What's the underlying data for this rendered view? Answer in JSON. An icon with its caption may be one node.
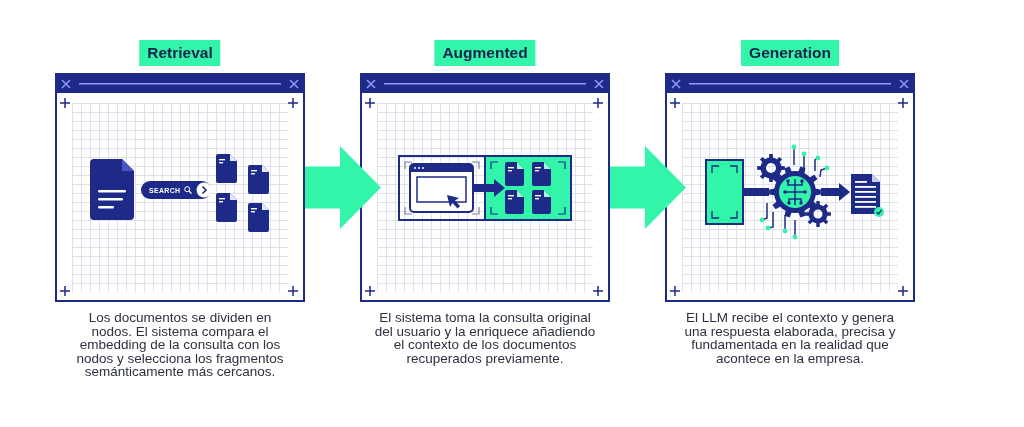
{
  "diagram": {
    "nodes": [
      {
        "text": [
          "Retrieval"
        ],
        "beside": [
          "Los documentos se dividen en nodos. El sistema compara el embedding de la consulta con los nodos y selecciona los fragmentos semánticamente más cercanos."
        ]
      },
      {
        "text": [
          "SEARCH"
        ],
        "in": 0
      },
      {
        "text": [
          "Augmented"
        ],
        "beside": [
          "El sistema toma la consulta original del usuario y la enriquece añadiendo el contexto de los documentos recuperados previamente."
        ]
      },
      {
        "text": [],
        "shape": "picture",
        "in": 2
      },
      {
        "text": [],
        "shape": "picture",
        "in": 2
      },
      {
        "text": [
          "Generation"
        ],
        "beside": [
          "El LLM recibe el contexto y genera una respuesta elaborada, precisa y fundamentada en la realidad que acontece en la empresa."
        ]
      },
      {
        "text": [],
        "shape": "box",
        "in": 5
      },
      {
        "text": [],
        "shape": "picture",
        "in": 5
      },
      {
        "text": [],
        "shape": "picture",
        "in": 5
      }
    ],
    "edges": [
      {
        "from": 0,
        "to": 2,
        "arrow": "to",
        "style": "thick",
        "color": "#33f5aa"
      },
      {
        "from": 2,
        "to": 5,
        "arrow": "to",
        "style": "thick",
        "color": "#33f5aa"
      },
      {
        "from": 3,
        "to": 4,
        "arrow": "to"
      },
      {
        "from": 6,
        "to": 7,
        "arrow": "none"
      },
      {
        "from": 7,
        "to": 8,
        "arrow": "to"
      }
    ]
  }
}
